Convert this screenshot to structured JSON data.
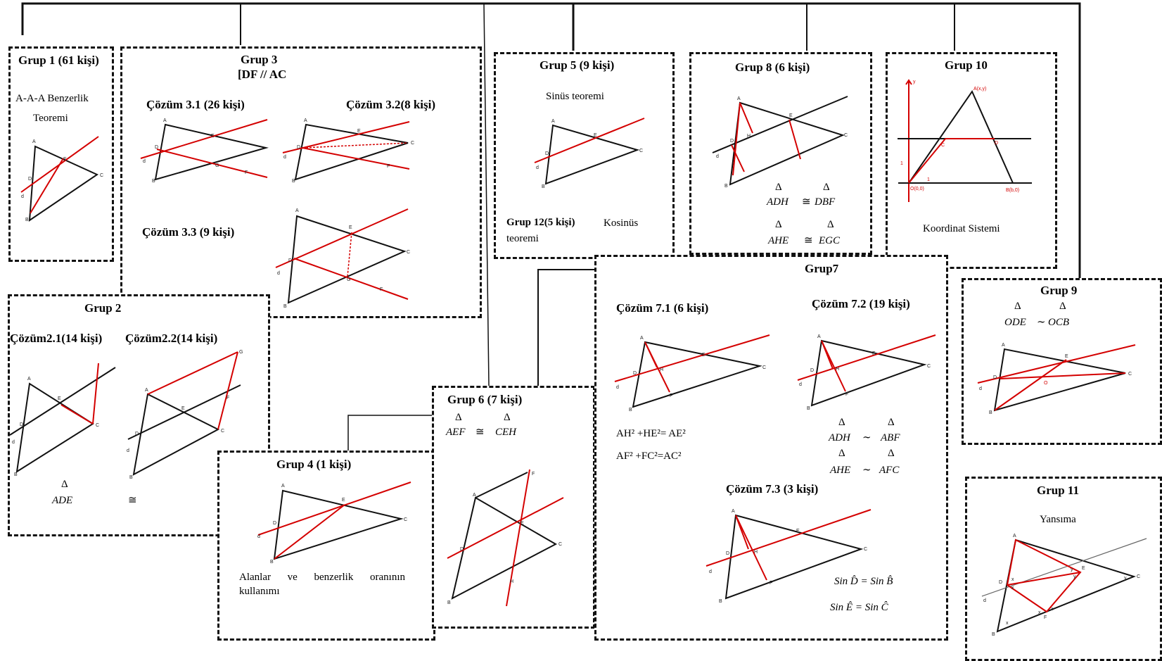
{
  "g1": {
    "title": "Grup 1 (61 kişi)",
    "line1": "A-A-A Benzerlik",
    "line2": "Teoremi"
  },
  "g3": {
    "title": "Grup 3",
    "subtitle": "[DF // AC",
    "s31": "Çözüm 3.1 (26 kişi)",
    "s32": "Çözüm 3.2(8 kişi)",
    "s33": "Çözüm 3.3 (9 kişi)"
  },
  "g5": {
    "title": "Grup 5 (9 kişi)",
    "text": "Sinüs teoremi",
    "g12": "Grup 12(5 kişi)",
    "g12_text1": "Kosinüs",
    "g12_text2": "teoremi"
  },
  "g8": {
    "title": "Grup 8 (6 kişi)",
    "delta": "Δ",
    "eq1_left": "ADH",
    "eq1_op": "≅",
    "eq1_right": "DBF",
    "eq2_left": "AHE",
    "eq2_op": "≅",
    "eq2_right": "EGC"
  },
  "g10": {
    "title": "Grup 10",
    "text": "Koordinat Sistemi"
  },
  "g2": {
    "title": "Grup 2",
    "s21": "Çözüm2.1(14 kişi)",
    "s22": "Çözüm2.2(14 kişi)",
    "delta": "Δ",
    "eq_left": "ADE",
    "eq_op": "≅"
  },
  "g4": {
    "title": "Grup 4 (1 kişi)",
    "text1": "Alanlar ve benzerlik oranının",
    "text2": "kullanımı"
  },
  "g6": {
    "title": "Grup 6 (7 kişi)",
    "delta": "Δ",
    "eq_left": "AEF",
    "eq_op": "≅",
    "eq_right": "CEH"
  },
  "g7": {
    "title": "Grup7",
    "s71": "Çözüm 7.1 (6 kişi)",
    "s72": "Çözüm 7.2 (19 kişi)",
    "s73": "Çözüm 7.3 (3 kişi)",
    "f1": "AH² +HE²= AE²",
    "f2": "AF² +FC²=AC²",
    "delta": "Δ",
    "e1_left": "ADH",
    "e1_op": "∼",
    "e1_right": "ABF",
    "e2_left": "AHE",
    "e2_op": "∼",
    "e2_right": "AFC",
    "sin1": "Sin D̂ = Sin B̂",
    "sin2": "Sin Ê = Sin Ĉ"
  },
  "g9": {
    "title": "Grup 9",
    "delta": "Δ",
    "eq_left": "ODE",
    "eq_op": "∼",
    "eq_right": "OCB"
  },
  "g11": {
    "title": "Grup 11",
    "text": "Yansıma"
  },
  "labels": {
    "A": "A",
    "B": "B",
    "C": "C",
    "D": "D",
    "E": "E",
    "F": "F",
    "G": "G",
    "H": "H",
    "O": "O",
    "d": "d",
    "x": "x",
    "y": "y",
    "one": "1",
    "Axy": "A(x,y)",
    "Bb0": "B(b,0)",
    "O00": "O(0,0)"
  },
  "colors": {
    "accent": "#d40000",
    "line": "#111111",
    "background": "#ffffff"
  }
}
